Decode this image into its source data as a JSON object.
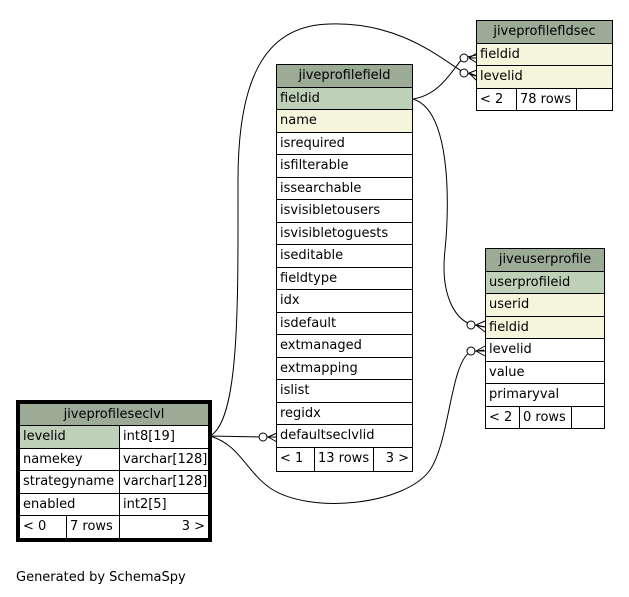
{
  "footer": "Generated by SchemaSpy",
  "tables": {
    "jiveprofilefield": {
      "title": "jiveprofilefield",
      "columns": [
        "fieldid",
        "name",
        "isrequired",
        "isfilterable",
        "issearchable",
        "isvisibletousers",
        "isvisibletoguests",
        "iseditable",
        "fieldtype",
        "idx",
        "isdefault",
        "extmanaged",
        "extmapping",
        "islist",
        "regidx",
        "defaultseclvlid"
      ],
      "footer": {
        "parents": "< 1",
        "rows": "13 rows",
        "children": "3 >"
      }
    },
    "jiveprofilefldsec": {
      "title": "jiveprofilefldsec",
      "columns": [
        "fieldid",
        "levelid"
      ],
      "footer": {
        "parents": "< 2",
        "rows": "78 rows",
        "children": ""
      }
    },
    "jiveuserprofile": {
      "title": "jiveuserprofile",
      "columns": [
        "userprofileid",
        "userid",
        "fieldid",
        "levelid",
        "value",
        "primaryval"
      ],
      "footer": {
        "parents": "< 2",
        "rows": "0 rows",
        "children": ""
      }
    },
    "jiveprofileseclvl": {
      "title": "jiveprofileseclvl",
      "columns": [
        {
          "name": "levelid",
          "type": "int8[19]"
        },
        {
          "name": "namekey",
          "type": "varchar[128]"
        },
        {
          "name": "strategyname",
          "type": "varchar[128]"
        },
        {
          "name": "enabled",
          "type": "int2[5]"
        }
      ],
      "footer": {
        "parents": "< 0",
        "rows": "7 rows",
        "children": "3 >"
      }
    }
  }
}
